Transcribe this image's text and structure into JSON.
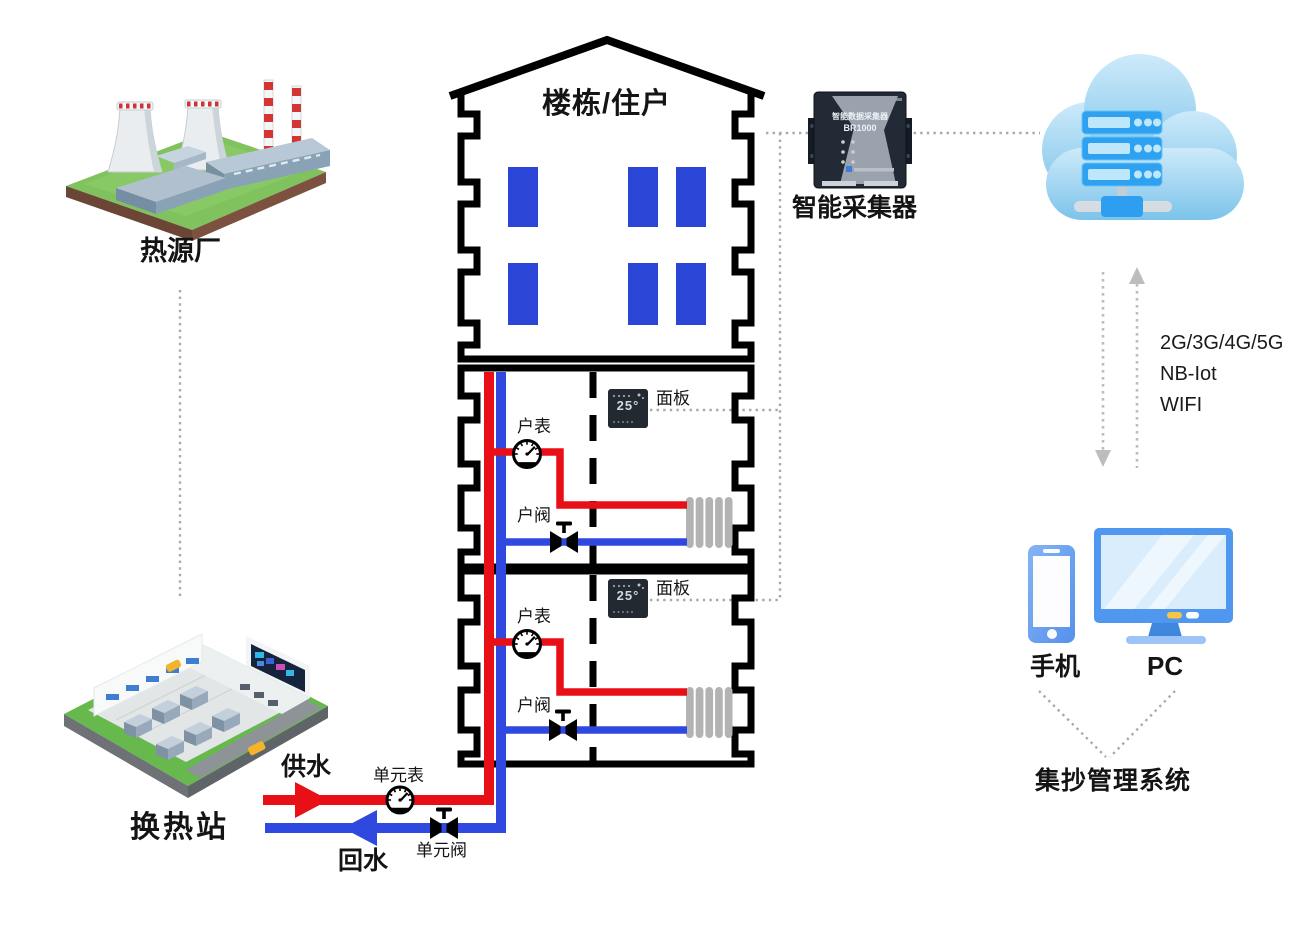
{
  "colors": {
    "supply_red": "#e90f16",
    "return_blue": "#2e48e0",
    "window_blue": "#2b46d6",
    "outline_black": "#000000",
    "dotted_gray": "#a9a9a9",
    "radiator_gray": "#b3b3b3",
    "cloud_blue": "#7cc3ea",
    "server_blue": "#2ea1f0",
    "device_dark": "#222a35",
    "pc_blue": "#4f97ef"
  },
  "source": {
    "label": "热源厂"
  },
  "station": {
    "label": "换热站"
  },
  "building": {
    "title": "楼栋/住户"
  },
  "pipes": {
    "supply_label": "供水",
    "return_label": "回水",
    "unit_meter_label": "单元表",
    "unit_valve_label": "单元阀"
  },
  "floors": [
    {
      "meter_label": "户表",
      "valve_label": "户阀",
      "panel_label": "面板",
      "panel_display": "25°"
    },
    {
      "meter_label": "户表",
      "valve_label": "户阀",
      "panel_label": "面板",
      "panel_display": "25°"
    }
  ],
  "collector": {
    "label": "智能采集器",
    "device_title": "智能数据采集器",
    "device_model": "BR1000"
  },
  "network": {
    "lines": [
      "2G/3G/4G/5G",
      "NB-Iot",
      "WIFI"
    ]
  },
  "clients": {
    "phone_label": "手机",
    "pc_label": "PC",
    "system_label": "集抄管理系统"
  }
}
